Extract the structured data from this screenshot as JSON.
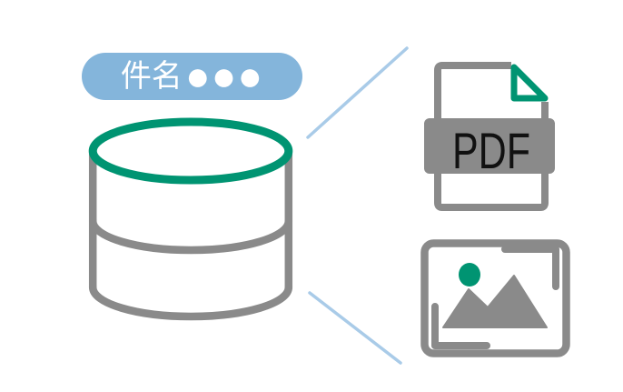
{
  "colors": {
    "background": "#FFFFFF",
    "gray": "#8A8A8A",
    "green": "#009472",
    "badge_blue": "#84B5DB",
    "connector_blue": "#A9CBE8",
    "badge_text": "#FFFFFF",
    "pdf_text": "#111111"
  },
  "subject_badge": {
    "label": "件名●●●",
    "text": "件名",
    "dots": "●●●"
  },
  "pdf_icon": {
    "label": "PDF"
  },
  "icons": {
    "database": "database-cylinder",
    "pdf": "pdf-file",
    "image": "image-file"
  }
}
